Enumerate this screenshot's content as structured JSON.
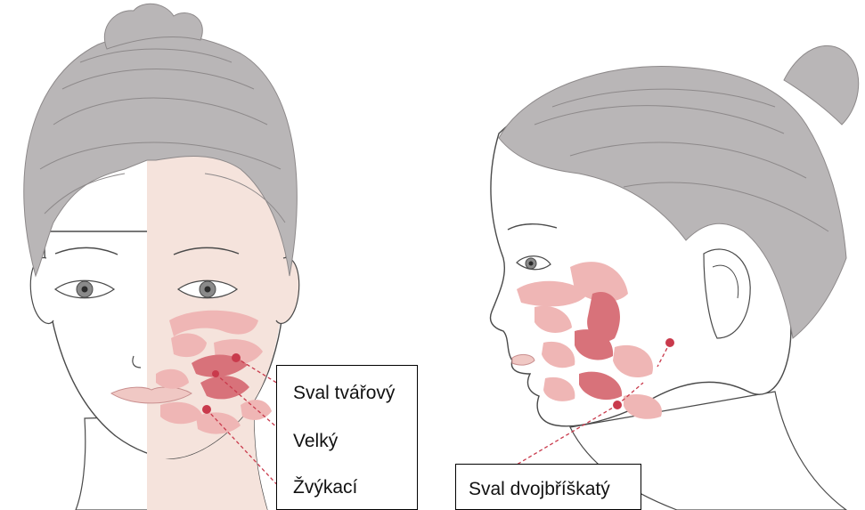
{
  "labels": {
    "front": [
      "Sval tvářový",
      "Velký",
      "Žvýkací"
    ],
    "profile": "Sval dvojbříškatý"
  },
  "colors": {
    "hair": "#b9b6b7",
    "hair_dark": "#8d898a",
    "skin_right_half": "#f5e3dc",
    "outline": "#4a4a4a",
    "muscle_light": "#efb6b5",
    "muscle_dark": "#d8727a",
    "marker": "#c93a4c"
  }
}
